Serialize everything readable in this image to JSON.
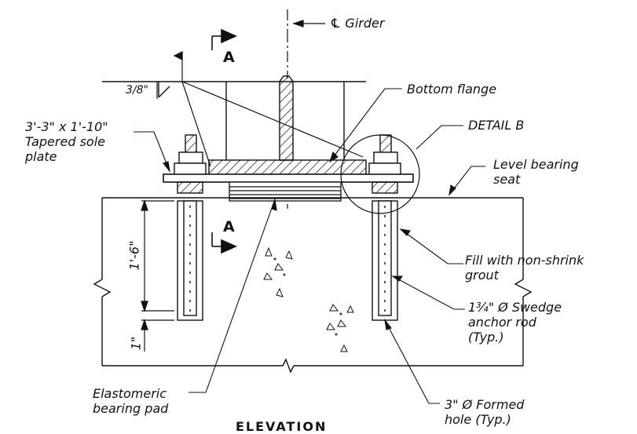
{
  "labels": {
    "cl_girder": "℄ Girder",
    "thickness": "3/8\"",
    "bottom_flange": "Bottom flange",
    "sole_plate": [
      "3'-3\" x 1'-10\"",
      "Tapered sole",
      "plate"
    ],
    "detail_b": "DETAIL B",
    "level_seat": [
      "Level bearing",
      "seat"
    ],
    "fill_grout": [
      "Fill with non-shrink",
      "grout"
    ],
    "anchor_rod": [
      "1¾\" Ø Swedge",
      "anchor rod",
      "(Typ.)"
    ],
    "formed_hole": [
      "3\" Ø Formed",
      "hole (Typ.)"
    ],
    "bearing_pad": [
      "Elastomeric",
      "bearing pad"
    ],
    "section_mark": "A",
    "dim_embed": "1'-6\"",
    "dim_bottom": "1\"",
    "view_title": "ELEVATION"
  },
  "colors": {
    "line": "#111111",
    "background": "#ffffff"
  }
}
